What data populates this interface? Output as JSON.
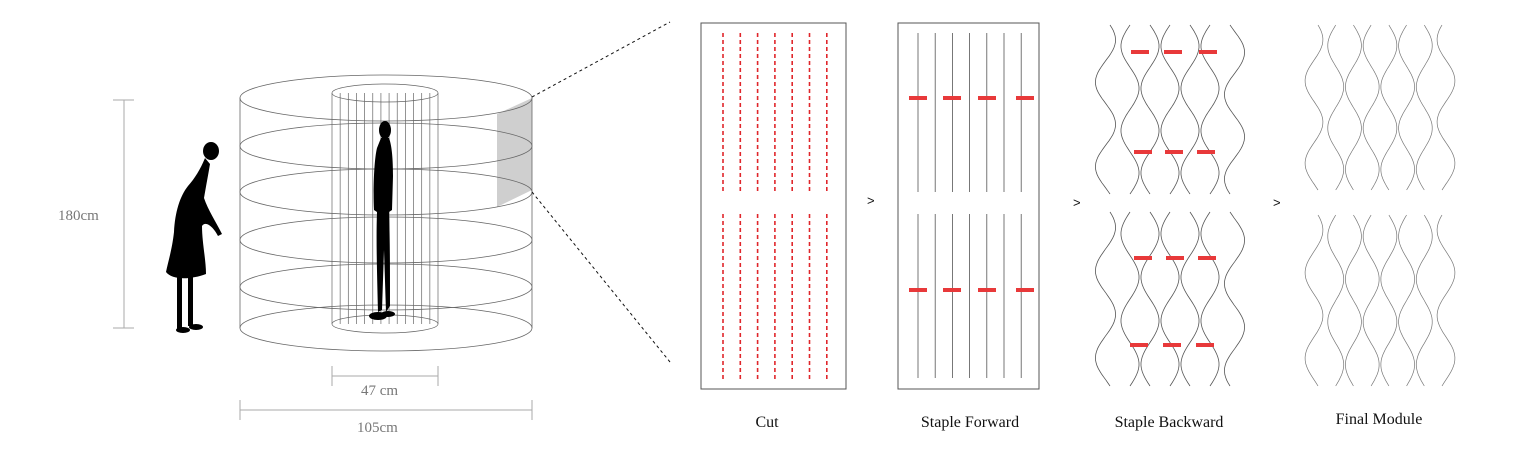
{
  "dimensions": {
    "height_label": "180cm",
    "inner_diameter_label": "47 cm",
    "outer_diameter_label": "105cm"
  },
  "steps": [
    {
      "label": "Cut"
    },
    {
      "label": "Staple Forward"
    },
    {
      "label": "Staple Backward"
    },
    {
      "label": "Final Module"
    }
  ],
  "step_separator": ">",
  "colors": {
    "cut_line": "#e0262b",
    "staple": "#e8393a",
    "line": "#555555",
    "highlight_panel": "#cfcfcf",
    "silhouette": "#000000",
    "dimension": "#aaaaaa"
  }
}
